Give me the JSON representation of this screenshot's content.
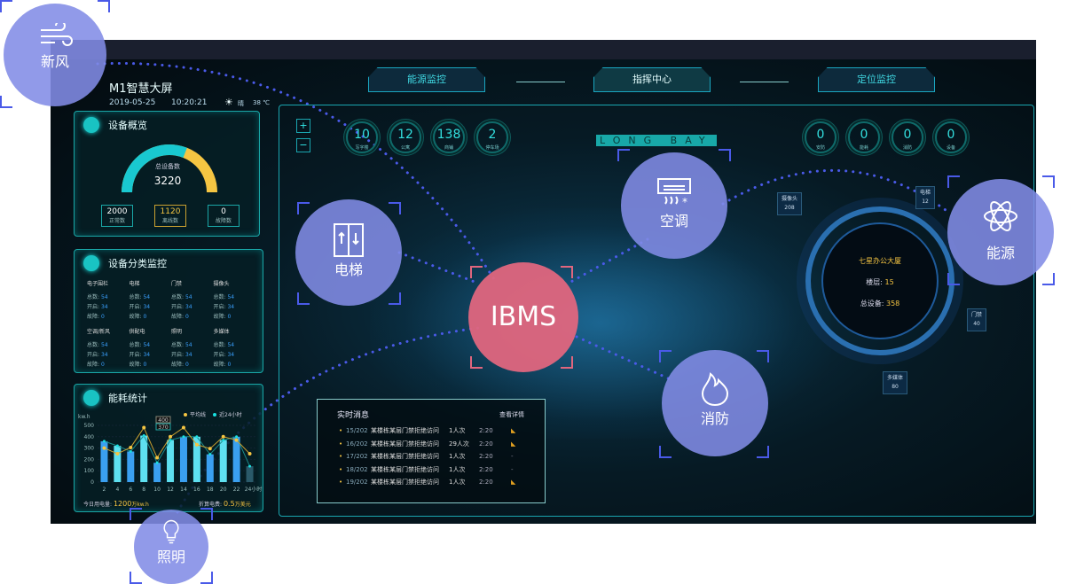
{
  "header": {
    "title": "M1智慧大屏",
    "date": "2019-05-25",
    "time": "10:20:21",
    "weather": "晴",
    "temperature": "38 ℃"
  },
  "nav": {
    "left": "能源监控",
    "center": "指挥中心",
    "right": "定位监控"
  },
  "overview": {
    "title": "设备概览",
    "total_label": "总设备数",
    "total": "3220",
    "gauge_normal_fraction": 0.62,
    "stats": [
      {
        "value": "2000",
        "label": "正常数"
      },
      {
        "value": "1120",
        "label": "离线数"
      },
      {
        "value": "0",
        "label": "故障数"
      }
    ]
  },
  "category": {
    "title": "设备分类监控",
    "labels": {
      "total": "总数:",
      "open": "开启:",
      "fault": "故障:"
    },
    "items": [
      {
        "name": "电子围栏",
        "total": "54",
        "open": "34",
        "fault": "0"
      },
      {
        "name": "电梯",
        "total": "54",
        "open": "34",
        "fault": "0"
      },
      {
        "name": "门禁",
        "total": "54",
        "open": "34",
        "fault": "0"
      },
      {
        "name": "摄像头",
        "total": "54",
        "open": "34",
        "fault": "0"
      },
      {
        "name": "空调/新风",
        "total": "54",
        "open": "34",
        "fault": "0"
      },
      {
        "name": "供配电",
        "total": "54",
        "open": "34",
        "fault": "0"
      },
      {
        "name": "照明",
        "total": "54",
        "open": "34",
        "fault": "0"
      },
      {
        "name": "多媒体",
        "total": "54",
        "open": "34",
        "fault": "0"
      }
    ]
  },
  "energy": {
    "title": "能耗统计",
    "unit": "kw.h",
    "legend_avg": "平均线",
    "legend_24h": "近24小时",
    "today_label": "今日用电量:",
    "today_value": "1200",
    "today_unit": "万kw.h",
    "cost_label": "折算电费:",
    "cost_value": "0.5",
    "cost_unit": "万美元",
    "tooltips": [
      "400",
      "370"
    ]
  },
  "chart_data": {
    "type": "bar",
    "categories": [
      "2",
      "4",
      "6",
      "8",
      "10",
      "12",
      "14",
      "16",
      "18",
      "20",
      "22",
      "24小时"
    ],
    "series": [
      {
        "name": "近24小时",
        "values": [
          360,
          320,
          270,
          410,
          170,
          370,
          400,
          400,
          245,
          370,
          400,
          140
        ]
      },
      {
        "name": "平均线",
        "values": [
          300,
          250,
          305,
          480,
          215,
          400,
          480,
          330,
          295,
          400,
          370,
          250
        ]
      }
    ],
    "yticks": [
      "0",
      "100",
      "200",
      "300",
      "400",
      "500"
    ],
    "ylim": [
      0,
      500
    ]
  },
  "left_counters": [
    {
      "value": "10",
      "label": "写字楼"
    },
    {
      "value": "12",
      "label": "公寓"
    },
    {
      "value": "138",
      "label": "商铺"
    },
    {
      "value": "2",
      "label": "停车场"
    }
  ],
  "right_counters": [
    {
      "value": "0",
      "label": "安防"
    },
    {
      "value": "0",
      "label": "能耗"
    },
    {
      "value": "0",
      "label": "消防"
    },
    {
      "value": "0",
      "label": "设备"
    }
  ],
  "zoom": {
    "plus": "+",
    "minus": "−"
  },
  "logo": "LONG BAY",
  "building": {
    "name": "七星办公大厦",
    "floors_label": "楼层:",
    "floors": "15",
    "devices_label": "总设备:",
    "devices": "358"
  },
  "tags": [
    {
      "name": "摄像头",
      "value": "208"
    },
    {
      "name": "电梯",
      "value": "12"
    },
    {
      "name": "门禁",
      "value": "40"
    },
    {
      "name": "多媒体",
      "value": "80"
    }
  ],
  "messages": {
    "title": "实时消息",
    "detail": "查看详情",
    "rows": [
      {
        "id": "15/202",
        "text": "某楼栋某层门禁拒绝访问",
        "count": "1人次",
        "time": "2:20",
        "icon": "camera"
      },
      {
        "id": "16/202",
        "text": "某楼栋某层门禁拒绝访问",
        "count": "29人次",
        "time": "2:20",
        "icon": "camera"
      },
      {
        "id": "17/202",
        "text": "某楼栋某层门禁拒绝访问",
        "count": "1人次",
        "time": "2:20",
        "icon": "-"
      },
      {
        "id": "18/202",
        "text": "某楼栋某层门禁拒绝访问",
        "count": "1人次",
        "time": "2:20",
        "icon": "-"
      },
      {
        "id": "19/202",
        "text": "某楼栋某层门禁拒绝访问",
        "count": "1人次",
        "time": "2:20",
        "icon": "camera"
      }
    ]
  },
  "bubbles": {
    "xinfeng": "新风",
    "kongtiao": "空调",
    "dianti": "电梯",
    "nengyuan": "能源",
    "xiaofang": "消防",
    "zhaoming": "照明",
    "ibms": "IBMS"
  },
  "colors": {
    "accent": "#19c3c3",
    "bubble": "#828ce6",
    "ibms": "#e0667e",
    "highlight": "#f5c542"
  }
}
